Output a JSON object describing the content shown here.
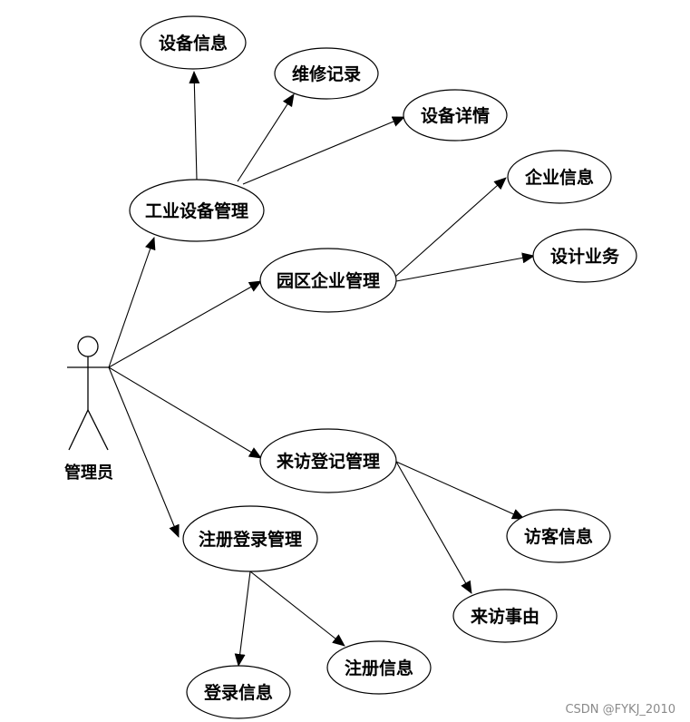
{
  "actor": {
    "label": "管理员"
  },
  "nodes": {
    "industrial_equipment_mgmt": "工业设备管理",
    "equipment_info": "设备信息",
    "maintenance_records": "维修记录",
    "equipment_details": "设备详情",
    "park_enterprise_mgmt": "园区企业管理",
    "enterprise_info": "企业信息",
    "design_business": "设计业务",
    "visit_registration_mgmt": "来访登记管理",
    "visitor_info": "访客信息",
    "visit_reason": "来访事由",
    "signup_login_mgmt": "注册登录管理",
    "login_info": "登录信息",
    "signup_info": "注册信息"
  },
  "watermark": "CSDN @FYKJ_2010"
}
